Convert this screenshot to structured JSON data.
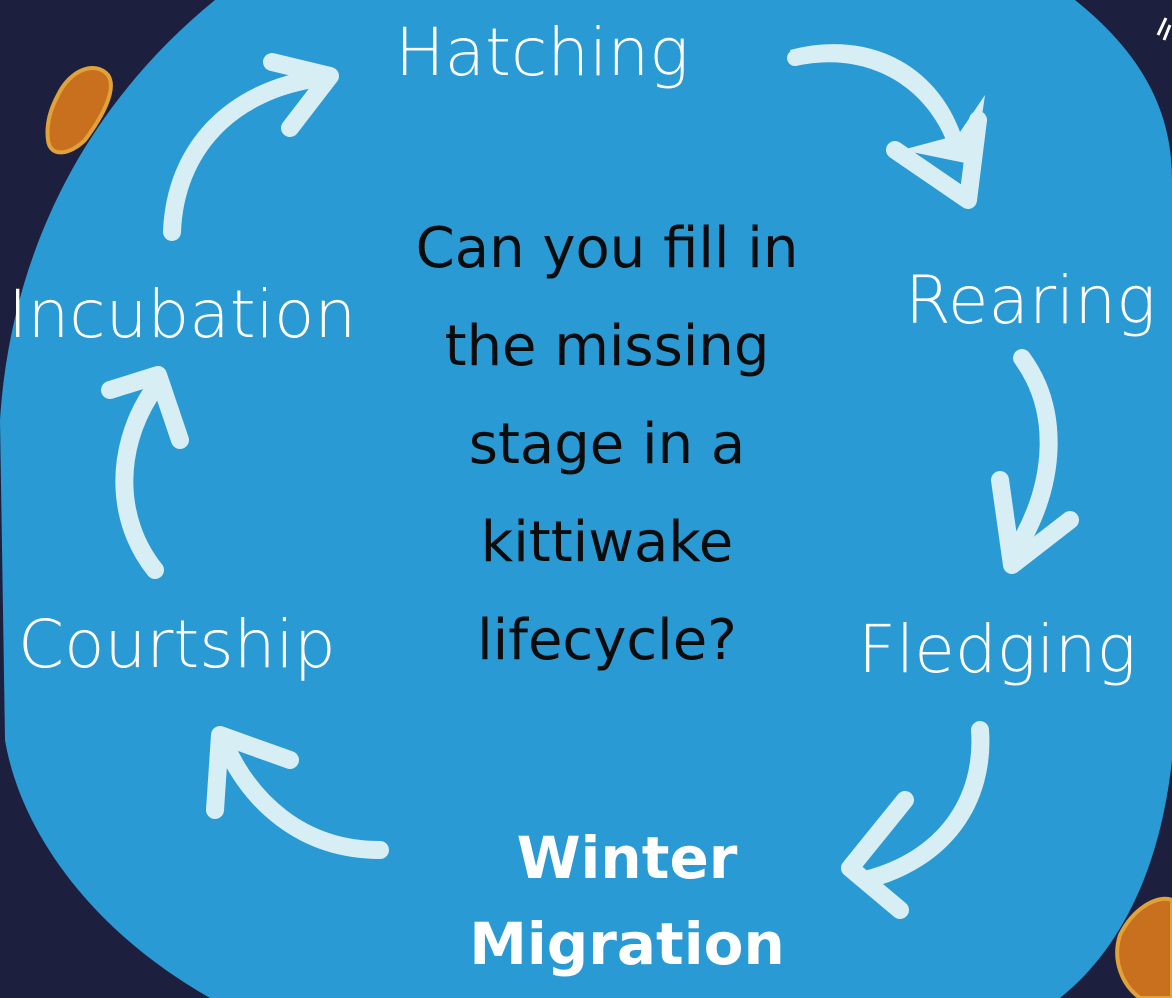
{
  "diagram": {
    "stages": {
      "hatching": "Hatching",
      "rearing": "Rearing",
      "fledging": "Fledging",
      "courtship": "Courtship",
      "incubation": "Incubation"
    },
    "missing_stage": {
      "line1": "Winter",
      "line2": "Migration"
    },
    "question": {
      "line1": "Can you fill in",
      "line2": "the missing",
      "line3": "stage in a",
      "line4": "kittiwake",
      "line5": "lifecycle?"
    }
  },
  "colors": {
    "background": "#1c1f3d",
    "circle": "#2a9ad4",
    "arrow": "#d8eef5",
    "leaf": "#c9701e",
    "stage_text": "#ffffff",
    "question_text": "#0c0c0c"
  }
}
